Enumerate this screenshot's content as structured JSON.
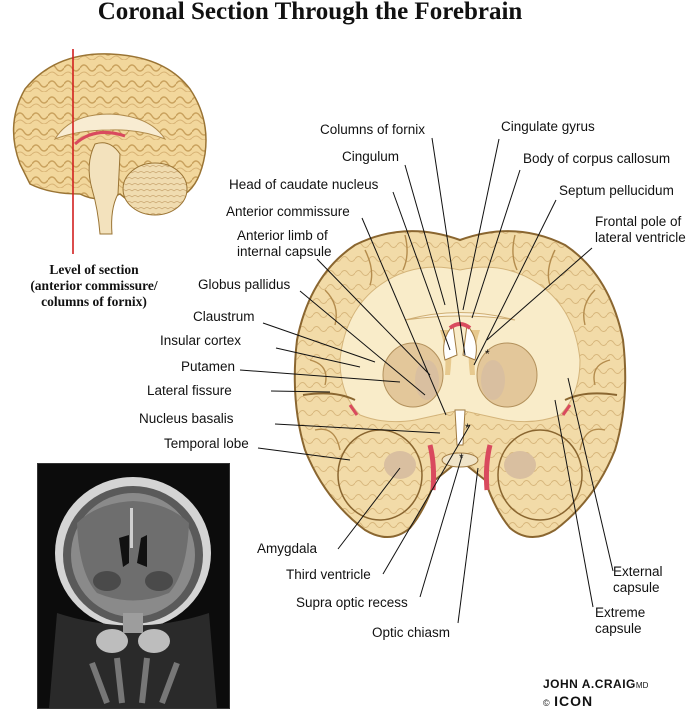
{
  "title": "Coronal Section Through the Forebrain",
  "section_label": {
    "line1": "Level of section",
    "line2": "(anterior commissure/",
    "line3": "columns of fornix)"
  },
  "labels_left": {
    "anterior_limb_1": "Anterior limb of",
    "anterior_limb_2": "internal capsule",
    "head_caudate": "Head of caudate nucleus",
    "anterior_commissure": "Anterior commissure",
    "globus_pallidus": "Globus pallidus",
    "claustrum": "Claustrum",
    "insular_cortex": "Insular cortex",
    "putamen": "Putamen",
    "lateral_fissure": "Lateral fissure",
    "nucleus_basalis": "Nucleus basalis",
    "temporal_lobe": "Temporal lobe"
  },
  "labels_top": {
    "columns_fornix": "Columns of fornix",
    "cingulum": "Cingulum",
    "cingulate_gyrus": "Cingulate gyrus",
    "body_corpus_callosum": "Body of corpus callosum",
    "septum_pellucidum": "Septum pellucidum",
    "frontal_pole_1": "Frontal pole of",
    "frontal_pole_2": "lateral ventricle"
  },
  "labels_bottom": {
    "amygdala": "Amygdala",
    "third_ventricle": "Third ventricle",
    "supra_optic_recess": "Supra optic recess",
    "optic_chiasm": "Optic chiasm",
    "external_capsule_1": "External",
    "external_capsule_2": "capsule",
    "extreme_capsule_1": "Extreme",
    "extreme_capsule_2": "capsule"
  },
  "signature": {
    "name": "JOHN A.CRAIG",
    "suffix": "MD",
    "copyright": "©",
    "logo": "ICON"
  },
  "colors": {
    "cortex": "#f2dba8",
    "gray_matter": "#e7c98e",
    "white_matter": "#f9ecc9",
    "deep_nuclei": "#d9bfa0",
    "vessel": "#d94a5e",
    "outline": "#7a5a2a",
    "section_line": "#d22020"
  }
}
